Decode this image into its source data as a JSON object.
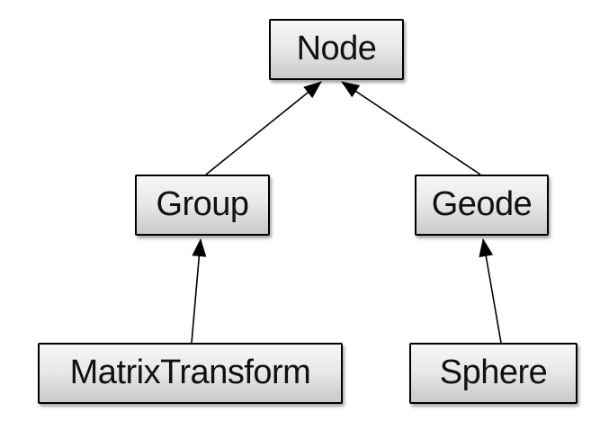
{
  "diagram": {
    "type": "class-hierarchy",
    "background": "#ffffff",
    "colors": {
      "box_fill_top": "#f6f6f6",
      "box_fill_bottom": "#c9c9c9",
      "box_border": "#000000",
      "text": "#111111",
      "arrow": "#000000"
    },
    "nodes": [
      {
        "id": "node",
        "label": "Node"
      },
      {
        "id": "group",
        "label": "Group"
      },
      {
        "id": "geode",
        "label": "Geode"
      },
      {
        "id": "matrixtransform",
        "label": "MatrixTransform"
      },
      {
        "id": "sphere",
        "label": "Sphere"
      }
    ],
    "edges": [
      {
        "from": "group",
        "to": "node"
      },
      {
        "from": "geode",
        "to": "node"
      },
      {
        "from": "matrixtransform",
        "to": "group"
      },
      {
        "from": "sphere",
        "to": "geode"
      }
    ]
  }
}
